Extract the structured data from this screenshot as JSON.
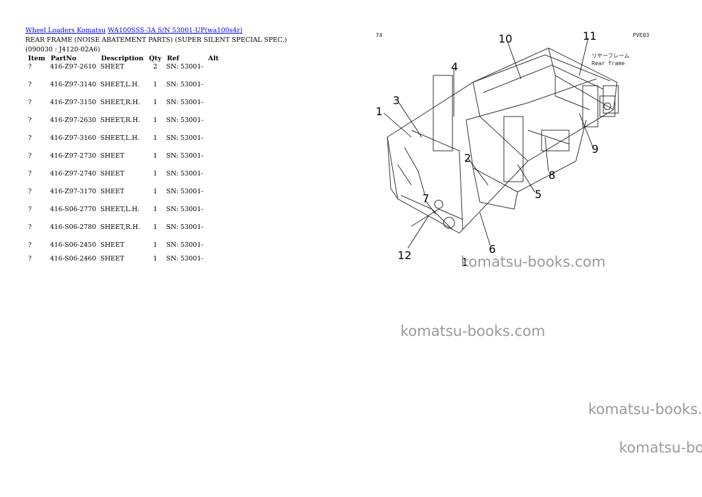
{
  "breadcrumb": {
    "link1": "Wheel Loaders Komatsu",
    "link2": "WA100SSS-3A S/N 53001-UP(wa100s4r)"
  },
  "page_title": "REAR FRAME (NOISE ABATEMENT PARTS) (SUPER SILENT SPECIAL SPEC.)(090030 : J4120-02A6)",
  "table": {
    "headers": [
      "Item",
      "PartNo",
      "Description",
      "Qty",
      "Ref",
      "Alt"
    ],
    "rows": [
      {
        "item": "?",
        "part": "416-Z97-2610",
        "desc": "SHEET",
        "qty": "2",
        "ref": "SN: 53001-"
      },
      {
        "item": "?",
        "part": "416-Z97-3140",
        "desc": "SHEET,L.H.",
        "qty": "1",
        "ref": "SN: 53001-"
      },
      {
        "item": "?",
        "part": "416-Z97-3150",
        "desc": "SHEET,R.H.",
        "qty": "1",
        "ref": "SN: 53001-"
      },
      {
        "item": "?",
        "part": "416-Z97-2630",
        "desc": "SHEET,R.H.",
        "qty": "1",
        "ref": "SN: 53001-"
      },
      {
        "item": "?",
        "part": "416-Z97-3160",
        "desc": "SHEET,L.H.",
        "qty": "1",
        "ref": "SN: 53001-"
      },
      {
        "item": "?",
        "part": "416-Z97-2730",
        "desc": "SHEET",
        "qty": "1",
        "ref": "SN: 53001-"
      },
      {
        "item": "?",
        "part": "416-Z97-2740",
        "desc": "SHEET",
        "qty": "1",
        "ref": "SN: 53001-"
      },
      {
        "item": "?",
        "part": "416-Z97-3170",
        "desc": "SHEET",
        "qty": "1",
        "ref": "SN: 53001-"
      },
      {
        "item": "?",
        "part": "416-S06-2770",
        "desc": "SHEET,L.H.",
        "qty": "1",
        "ref": "SN: 53001-"
      },
      {
        "item": "?",
        "part": "416-S06-2780",
        "desc": "SHEET,R.H.",
        "qty": "1",
        "ref": "SN: 53001-"
      },
      {
        "item": "?",
        "part": "416-S06-2450",
        "desc": "SHEET",
        "qty": "1",
        "ref": "SN: 53001-"
      },
      {
        "item": "?",
        "part": "416-S06-2460",
        "desc": "SHEET",
        "qty": "1",
        "ref": "SN: 53001-"
      }
    ]
  },
  "diagram": {
    "corner_left": "74",
    "corner_right": "PVE03",
    "label_jp": "リヤーフレーム",
    "label_en": "Rear frame",
    "callouts": [
      "1",
      "2",
      "3",
      "4",
      "5",
      "6",
      "7",
      "8",
      "9",
      "10",
      "11",
      "12",
      "1"
    ]
  },
  "watermark": "komatsu-books.com",
  "colors": {
    "link": "#0000ee",
    "watermark": "#9a9a9a"
  }
}
